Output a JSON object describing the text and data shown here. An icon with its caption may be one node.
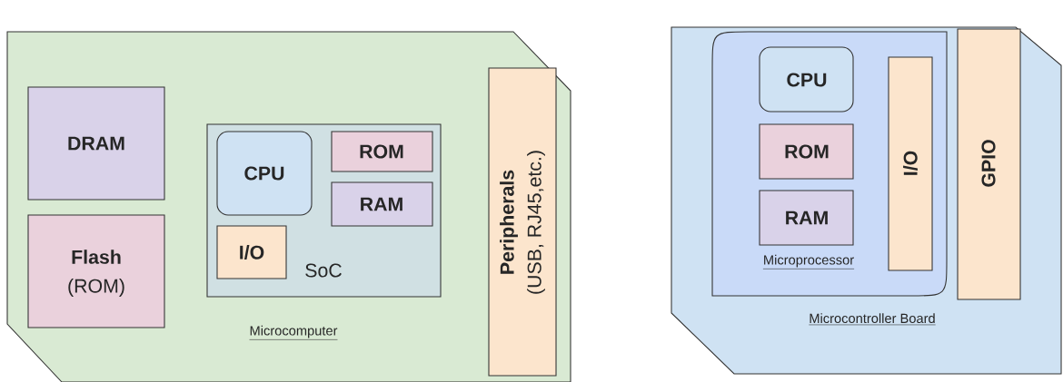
{
  "diagram": {
    "nodes": [
      {
        "text": [
          "Microcomputer"
        ]
      },
      {
        "text": [
          "DRAM"
        ],
        "in": 0
      },
      {
        "text": [
          "Flash",
          "(ROM)"
        ],
        "in": 0
      },
      {
        "text": [
          "SoC"
        ],
        "in": 0
      },
      {
        "text": [
          "CPU"
        ],
        "in": 3
      },
      {
        "text": [
          "ROM"
        ],
        "in": 3
      },
      {
        "text": [
          "RAM"
        ],
        "in": 3
      },
      {
        "text": [
          "I/O"
        ],
        "in": 3
      },
      {
        "text": [
          "Peripherals",
          "(USB, RJ45,etc.)"
        ],
        "in": 0
      },
      {
        "text": [
          "Microcontroller Board"
        ]
      },
      {
        "text": [
          "Microprocessor"
        ],
        "in": 9
      },
      {
        "text": [
          "CPU"
        ],
        "in": 10
      },
      {
        "text": [
          "ROM"
        ],
        "in": 10
      },
      {
        "text": [
          "RAM"
        ],
        "in": 10
      },
      {
        "text": [
          "I/O"
        ],
        "in": 10
      },
      {
        "text": [
          "GPIO"
        ],
        "in": 9
      }
    ]
  }
}
